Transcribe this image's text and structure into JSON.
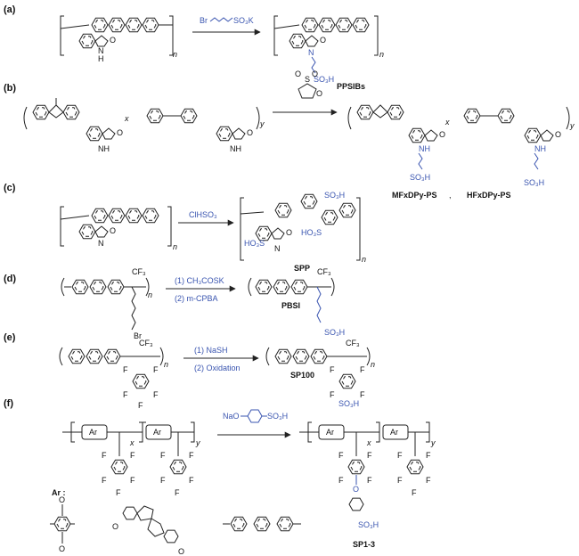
{
  "panels": [
    "(a)",
    "(b)",
    "(c)",
    "(d)",
    "(e)",
    "(f)"
  ],
  "a": {
    "reagent_br": "Br",
    "reagent_so3k": "SO₃K",
    "product": "PPSIBs",
    "so3h": "SO₃H",
    "n": "n",
    "nh": "N",
    "h": "H",
    "o": "O"
  },
  "b": {
    "x": "x",
    "y": "y",
    "nh": "NH",
    "o": "O",
    "so3h": "SO₃H",
    "s": "S",
    "product1": "MFxDPy-PS",
    "comma": ",",
    "product2": "HFxDPy-PS"
  },
  "c": {
    "reagent": "ClHSO₃",
    "product": "SPP",
    "so3h": "SO₃H",
    "ho3s": "HO₃S",
    "n": "n"
  },
  "d": {
    "cf3": "CF₃",
    "br": "Br",
    "step1": "(1) CH₃COSK",
    "step2": "(2) m-CPBA",
    "product": "PBSI",
    "so3h": "SO₃H",
    "n": "n"
  },
  "e": {
    "cf3": "CF₃",
    "step1": "(1)  NaSH",
    "step2": "(2)  Oxidation",
    "product": "SP100",
    "f": "F",
    "so3h": "SO₃H",
    "n": "n"
  },
  "f": {
    "ar": "Ar",
    "ar_def": "Ar :",
    "reagent_nao": "NaO",
    "reagent_so3h": "SO₃H",
    "product": "SP1-3",
    "f": "F",
    "o": "O",
    "x": "x",
    "y": "y",
    "so3h": "SO₃H"
  }
}
